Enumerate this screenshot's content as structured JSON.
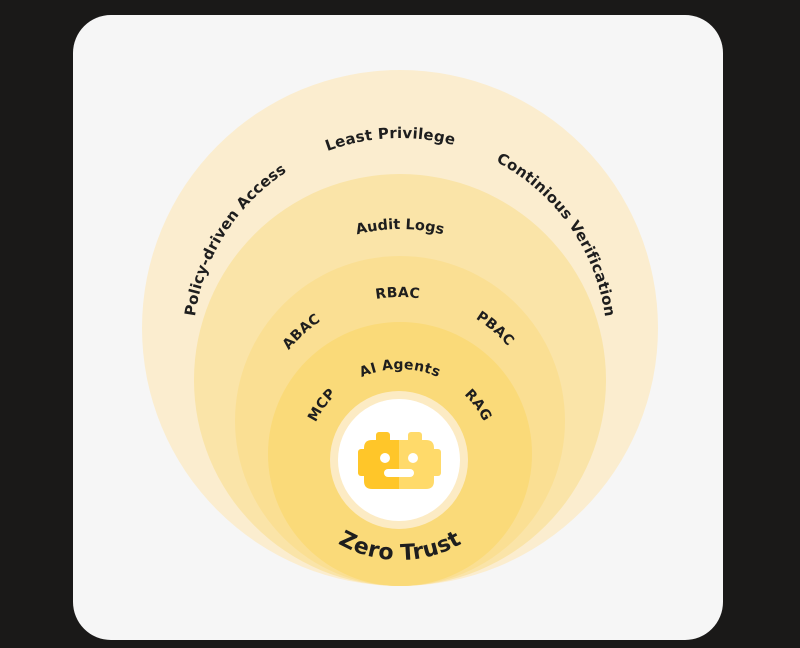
{
  "diagram": {
    "title": "Zero Trust",
    "rings": [
      {
        "id": "outer",
        "color": "#FBEDCF",
        "labels": [
          "Policy-driven Access",
          "Least Privilege",
          "Continious Verification"
        ]
      },
      {
        "id": "audit",
        "color": "#FAE4A8",
        "labels": [
          "Audit Logs"
        ]
      },
      {
        "id": "access-control",
        "color": "#FADF93",
        "labels": [
          "ABAC",
          "RBAC",
          "PBAC"
        ]
      },
      {
        "id": "ai",
        "color": "#FADA79",
        "labels": [
          "MCP",
          "AI Agents",
          "RAG"
        ]
      }
    ],
    "core": {
      "label": "Zero Trust",
      "icon": "robot-icon",
      "icon_colors": {
        "left": "#FFC629",
        "right": "#FFDA6A"
      },
      "disc_color": "#FFFFFF",
      "halo_color": "#FCEBC4"
    },
    "background": {
      "page": "#1A1918",
      "card": "#F6F6F6"
    }
  }
}
